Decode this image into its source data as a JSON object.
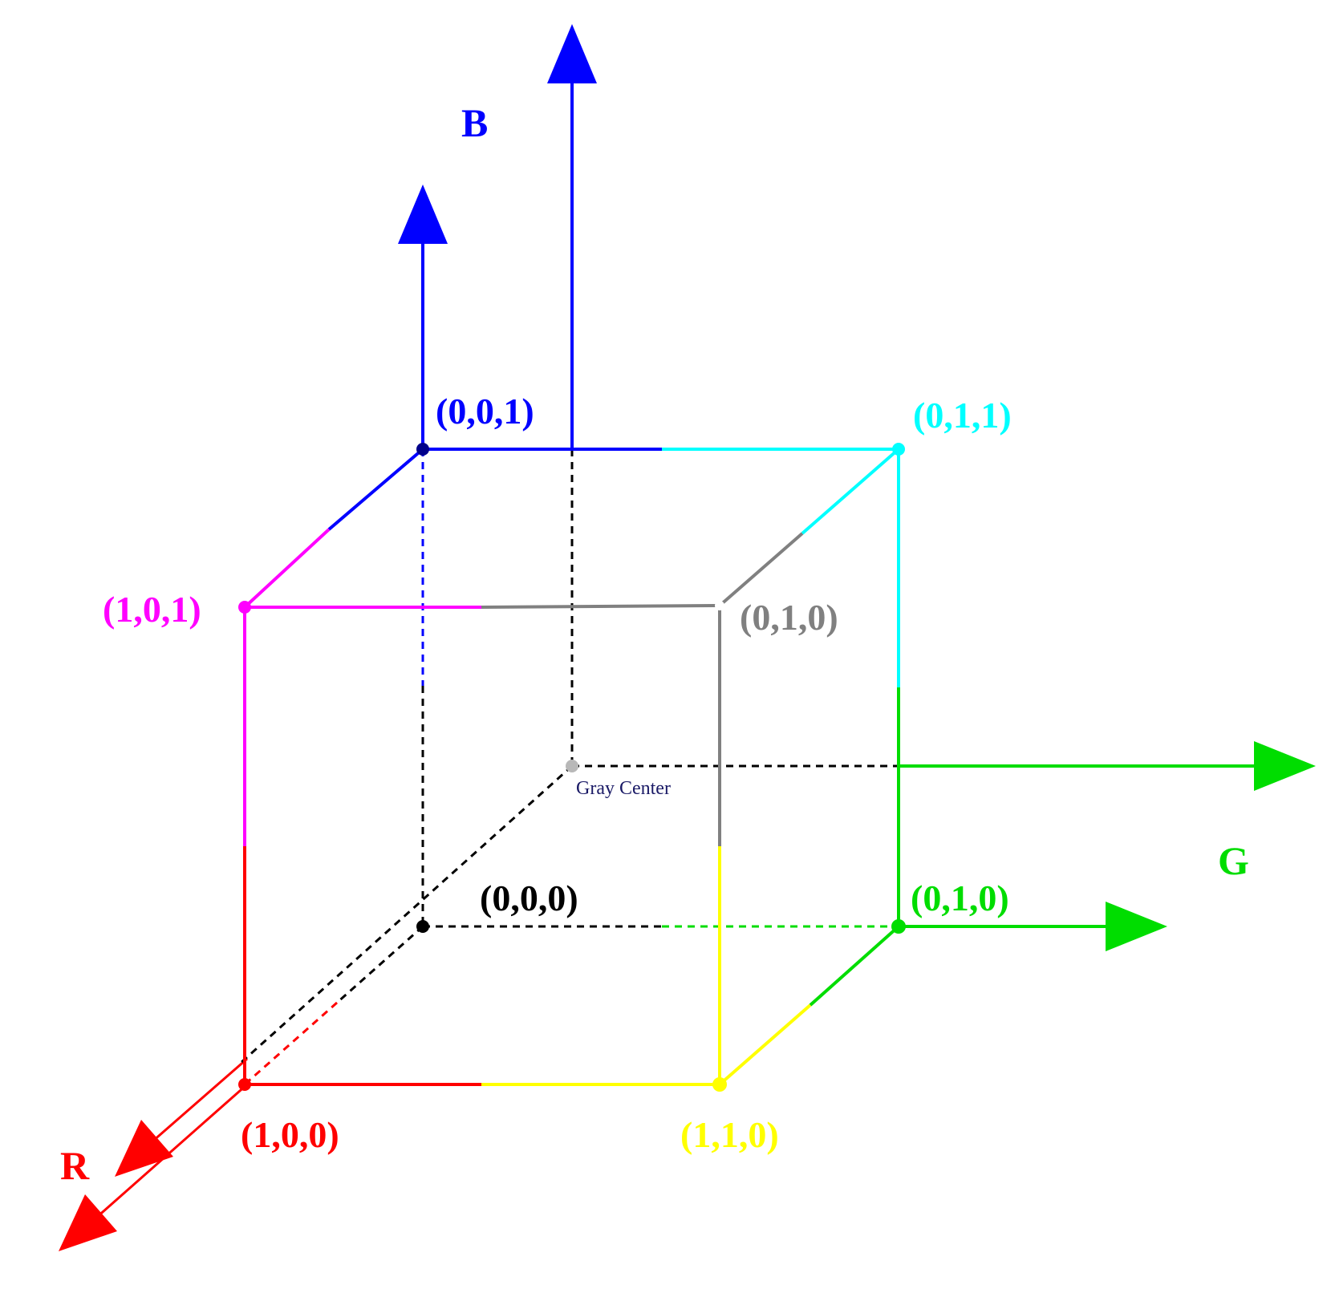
{
  "axes": {
    "r_label": "R",
    "g_label": "G",
    "b_label": "B"
  },
  "vertices": {
    "v000": "(0,0,0)",
    "v001": "(0,0,1)",
    "v011": "(0,1,1)",
    "v101": "(1,0,1)",
    "v010_inner": "(0,1,0)",
    "v010": "(0,1,0)",
    "v100": "(1,0,0)",
    "v110": "(1,1,0)"
  },
  "gray_center_label": "Gray Center",
  "colors": {
    "red": "#ff0000",
    "green": "#00dd00",
    "blue": "#0000ff",
    "cyan": "#00ffff",
    "magenta": "#ff00ff",
    "yellow": "#ffff00",
    "gray": "#808080",
    "light_gray": "#b8b8b8",
    "black": "#000000",
    "navy": "#1a1a66"
  }
}
